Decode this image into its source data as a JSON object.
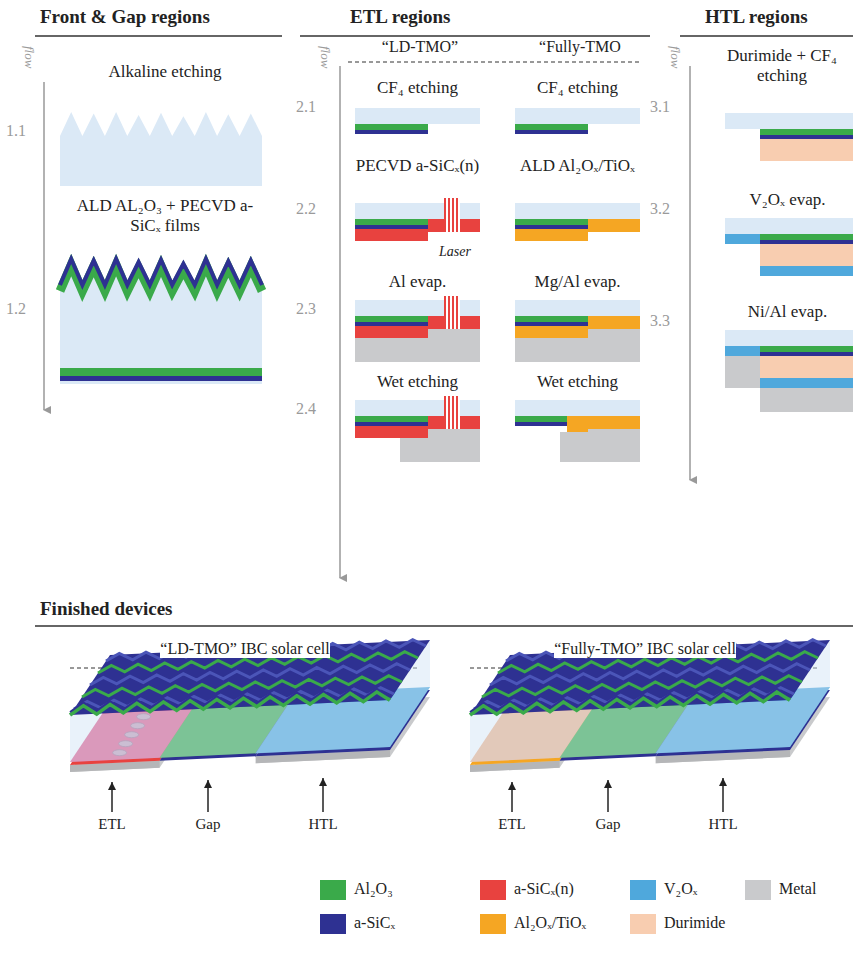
{
  "diagram": {
    "labels": [
      "Front & Gap regions",
      "flow",
      "Alkaline etching",
      "1.1",
      "ALD AL₂O₃ + PECVD a-SiCₓ films",
      "1.2",
      "ETL regions",
      "“LD-TMO”",
      "“Fully-TMO",
      "flow",
      "2.1",
      "CF₄ etching",
      "CF₄ etching",
      "2.2",
      "PECVD a-SiCₓ(n)",
      "Laser",
      "ALD Al₂Oₓ/TiOₓ",
      "2.3",
      "Al evap.",
      "Mg/Al evap.",
      "2.4",
      "Wet etching",
      "Wet etching",
      "HTL regions",
      "flow",
      "3.1",
      "Durimide + CF₄ etching",
      "3.2",
      "V₂Oₓ evap.",
      "3.3",
      "Ni/Al evap.",
      "Finished devices",
      "“LD-TMO” IBC solar cell",
      "ETL",
      "Gap",
      "HTL",
      "“Fully-TMO” IBC solar cell",
      "ETL",
      "Gap",
      "HTL"
    ],
    "legend": [
      {
        "text": "Al₂O₃",
        "color": "#3aaa4a"
      },
      {
        "text": "a-SiCₓ(n)",
        "color": "#e8423f"
      },
      {
        "text": "V₂Oₓ",
        "color": "#4fa8dc"
      },
      {
        "text": "Metal",
        "color": "#c9cacc"
      },
      {
        "text": "a-SiCₓ",
        "color": "#2e3192"
      },
      {
        "text": "Al₂Oₓ/TiOₓ",
        "color": "#f5a623"
      },
      {
        "text": "Durimide",
        "color": "#f8cdb0"
      }
    ]
  }
}
